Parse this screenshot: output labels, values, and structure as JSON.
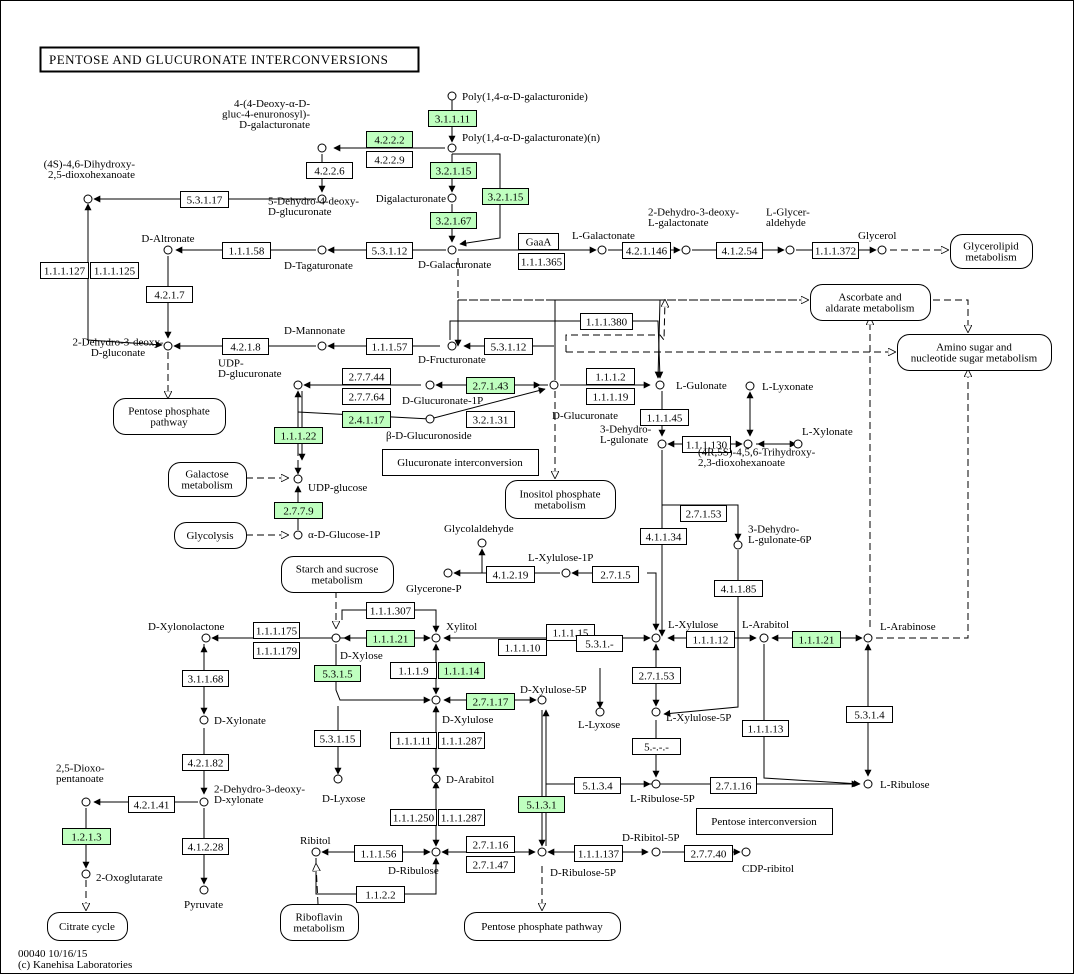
{
  "title": "PENTOSE AND GLUCURONATE INTERCONVERSIONS",
  "footer": {
    "line1": "00040 10/16/15",
    "line2": "(c) Kanehisa Laboratories"
  },
  "colors": {
    "highlight": "#bfffbf",
    "ink": "#000000",
    "background": "#ffffff"
  },
  "compounds": [
    {
      "id": "polygal",
      "lines": [
        "Poly(1,4-α-D-galacturonide)"
      ]
    },
    {
      "id": "polygaln",
      "lines": [
        "Poly(1,4-α-D-galacturonate)(n)"
      ]
    },
    {
      "id": "deoxygal",
      "lines": [
        "4-(4-Deoxy-α-D-",
        "gluc-4-enuronosyl)-",
        "D-galacturonate"
      ]
    },
    {
      "id": "dihydroxy",
      "lines": [
        "(4S)-4,6-Dihydroxy-",
        "2,5-dioxohexanoate"
      ]
    },
    {
      "id": "digalact",
      "lines": [
        "Digalacturonate"
      ]
    },
    {
      "id": "dehydrodeoxy",
      "lines": [
        "5-Dehydro-4-deoxy-",
        "D-glucuronate"
      ]
    },
    {
      "id": "daltronate",
      "lines": [
        "D-Altronate"
      ]
    },
    {
      "id": "dtagaturonate",
      "lines": [
        "D-Tagaturonate"
      ]
    },
    {
      "id": "dgalacturonate",
      "lines": [
        "D-Galacturonate"
      ]
    },
    {
      "id": "lgalactonate",
      "lines": [
        "L-Galactonate"
      ]
    },
    {
      "id": "dehydrodeoxylgal",
      "lines": [
        "2-Dehydro-3-deoxy-",
        "L-galactonate"
      ]
    },
    {
      "id": "lglyceraldehyde",
      "lines": [
        "L-Glycer-",
        "aldehyde"
      ]
    },
    {
      "id": "glycerol",
      "lines": [
        "Glycerol"
      ]
    },
    {
      "id": "dmannonate",
      "lines": [
        "D-Mannonate"
      ]
    },
    {
      "id": "dfructuronate",
      "lines": [
        "D-Fructuronate"
      ]
    },
    {
      "id": "kdg",
      "lines": [
        "2-Dehydro-3-deoxy-",
        "D-gluconate"
      ]
    },
    {
      "id": "udpglcua",
      "lines": [
        "UDP-",
        "D-glucuronate"
      ]
    },
    {
      "id": "glcua1p",
      "lines": [
        "D-Glucuronate-1P"
      ]
    },
    {
      "id": "dglucuronate",
      "lines": [
        "D-Glucuronate"
      ]
    },
    {
      "id": "lgulonate",
      "lines": [
        "L-Gulonate"
      ]
    },
    {
      "id": "llyxonate",
      "lines": [
        "L-Lyxonate"
      ]
    },
    {
      "id": "glucuronoside",
      "lines": [
        "β-D-Glucuronoside"
      ]
    },
    {
      "id": "dehydrolgulonate",
      "lines": [
        "3-Dehydro-",
        "L-gulonate"
      ]
    },
    {
      "id": "trihydroxy",
      "lines": [
        "(4R,5S)-4,5,6-Trihydroxy-",
        "2,3-dioxohexanoate"
      ]
    },
    {
      "id": "lxylonate",
      "lines": [
        "L-Xylonate"
      ]
    },
    {
      "id": "udpglucose",
      "lines": [
        "UDP-glucose"
      ]
    },
    {
      "id": "glucose1p",
      "lines": [
        "α-D-Glucose-1P"
      ]
    },
    {
      "id": "dehydrogulonate6p",
      "lines": [
        "3-Dehydro-",
        "L-gulonate-6P"
      ]
    },
    {
      "id": "glycolaldehyde",
      "lines": [
        "Glycolaldehyde"
      ]
    },
    {
      "id": "lxylulose1p",
      "lines": [
        "L-Xylulose-1P"
      ]
    },
    {
      "id": "glyceronep",
      "lines": [
        "Glycerone-P"
      ]
    },
    {
      "id": "dxylonolactone",
      "lines": [
        "D-Xylonolactone"
      ]
    },
    {
      "id": "dxylose",
      "lines": [
        "D-Xylose"
      ]
    },
    {
      "id": "xylitol",
      "lines": [
        "Xylitol"
      ]
    },
    {
      "id": "lxylulose",
      "lines": [
        "L-Xylulose"
      ]
    },
    {
      "id": "larabitol",
      "lines": [
        "L-Arabitol"
      ]
    },
    {
      "id": "larabinose",
      "lines": [
        "L-Arabinose"
      ]
    },
    {
      "id": "dxylulose5p",
      "lines": [
        "D-Xylulose-5P"
      ]
    },
    {
      "id": "llyxose",
      "lines": [
        "L-Lyxose"
      ]
    },
    {
      "id": "dxylonate",
      "lines": [
        "D-Xylonate"
      ]
    },
    {
      "id": "dxylulose",
      "lines": [
        "D-Xylulose"
      ]
    },
    {
      "id": "lxylulose5p",
      "lines": [
        "L-Xylulose-5P"
      ]
    },
    {
      "id": "dioxopentanoate",
      "lines": [
        "2,5-Dioxo-",
        "pentanoate"
      ]
    },
    {
      "id": "kdx",
      "lines": [
        "2-Dehydro-3-deoxy-",
        "D-xylonate"
      ]
    },
    {
      "id": "dlyxose",
      "lines": [
        "D-Lyxose"
      ]
    },
    {
      "id": "darabitol",
      "lines": [
        "D-Arabitol"
      ]
    },
    {
      "id": "lribulose5p",
      "lines": [
        "L-Ribulose-5P"
      ]
    },
    {
      "id": "lribulose",
      "lines": [
        "L-Ribulose"
      ]
    },
    {
      "id": "oxoglutarate",
      "lines": [
        "2-Oxoglutarate"
      ]
    },
    {
      "id": "ribitol",
      "lines": [
        "Ribitol"
      ]
    },
    {
      "id": "dribulose",
      "lines": [
        "D-Ribulose"
      ]
    },
    {
      "id": "dribulose5p",
      "lines": [
        "D-Ribulose-5P"
      ]
    },
    {
      "id": "dribitol5p",
      "lines": [
        "D-Ribitol-5P"
      ]
    },
    {
      "id": "cdpribitol",
      "lines": [
        "CDP-ribitol"
      ]
    },
    {
      "id": "pyruvate",
      "lines": [
        "Pyruvate"
      ]
    }
  ],
  "enzymes": [
    {
      "ec": "3.1.1.11",
      "hl": true
    },
    {
      "ec": "4.2.2.2",
      "hl": true
    },
    {
      "ec": "4.2.2.9",
      "hl": false
    },
    {
      "ec": "3.2.1.15",
      "hl": true
    },
    {
      "ec": "3.2.1.15",
      "hl": true
    },
    {
      "ec": "4.2.2.6",
      "hl": false
    },
    {
      "ec": "5.3.1.17",
      "hl": false
    },
    {
      "ec": "3.2.1.67",
      "hl": true
    },
    {
      "ec": "GaaA",
      "hl": false
    },
    {
      "ec": "1.1.1.365",
      "hl": false
    },
    {
      "ec": "4.2.1.146",
      "hl": false
    },
    {
      "ec": "4.1.2.54",
      "hl": false
    },
    {
      "ec": "1.1.1.372",
      "hl": false
    },
    {
      "ec": "1.1.1.58",
      "hl": false
    },
    {
      "ec": "5.3.1.12",
      "hl": false
    },
    {
      "ec": "1.1.1.127",
      "hl": false
    },
    {
      "ec": "1.1.1.125",
      "hl": false
    },
    {
      "ec": "4.2.1.7",
      "hl": false
    },
    {
      "ec": "1.1.1.380",
      "hl": false
    },
    {
      "ec": "4.2.1.8",
      "hl": false
    },
    {
      "ec": "1.1.1.57",
      "hl": false
    },
    {
      "ec": "5.3.1.12",
      "hl": false
    },
    {
      "ec": "2.7.7.44",
      "hl": false
    },
    {
      "ec": "2.7.7.64",
      "hl": false
    },
    {
      "ec": "2.7.1.43",
      "hl": true
    },
    {
      "ec": "1.1.1.2",
      "hl": false
    },
    {
      "ec": "1.1.1.19",
      "hl": false
    },
    {
      "ec": "2.4.1.17",
      "hl": true
    },
    {
      "ec": "3.2.1.31",
      "hl": false
    },
    {
      "ec": "1.1.1.45",
      "hl": false
    },
    {
      "ec": "1.1.1.22",
      "hl": true
    },
    {
      "ec": "1.1.1.130",
      "hl": false
    },
    {
      "ec": "2.7.7.9",
      "hl": true
    },
    {
      "ec": "2.7.1.53",
      "hl": false
    },
    {
      "ec": "4.1.1.34",
      "hl": false
    },
    {
      "ec": "4.1.2.19",
      "hl": false
    },
    {
      "ec": "2.7.1.5",
      "hl": false
    },
    {
      "ec": "4.1.1.85",
      "hl": false
    },
    {
      "ec": "1.1.1.307",
      "hl": false
    },
    {
      "ec": "1.1.1.175",
      "hl": false
    },
    {
      "ec": "1.1.1.179",
      "hl": false
    },
    {
      "ec": "1.1.1.21",
      "hl": true
    },
    {
      "ec": "1.1.1.15",
      "hl": false
    },
    {
      "ec": "1.1.1.10",
      "hl": false
    },
    {
      "ec": "1.1.1.12",
      "hl": false
    },
    {
      "ec": "1.1.1.21",
      "hl": true
    },
    {
      "ec": "5.3.1.-",
      "hl": false
    },
    {
      "ec": "3.1.1.68",
      "hl": false
    },
    {
      "ec": "5.3.1.5",
      "hl": true
    },
    {
      "ec": "1.1.1.9",
      "hl": false
    },
    {
      "ec": "1.1.1.14",
      "hl": true
    },
    {
      "ec": "2.7.1.53",
      "hl": false
    },
    {
      "ec": "2.7.1.17",
      "hl": true
    },
    {
      "ec": "5.3.1.15",
      "hl": false
    },
    {
      "ec": "1.1.1.11",
      "hl": false
    },
    {
      "ec": "1.1.1.287",
      "hl": false
    },
    {
      "ec": "1.1.1.13",
      "hl": false
    },
    {
      "ec": "5.3.1.4",
      "hl": false
    },
    {
      "ec": "5.-.-.-",
      "hl": false
    },
    {
      "ec": "4.2.1.82",
      "hl": false
    },
    {
      "ec": "4.2.1.41",
      "hl": false
    },
    {
      "ec": "5.1.3.4",
      "hl": false
    },
    {
      "ec": "2.7.1.16",
      "hl": false
    },
    {
      "ec": "1.1.1.250",
      "hl": false
    },
    {
      "ec": "1.1.1.287",
      "hl": false
    },
    {
      "ec": "5.1.3.1",
      "hl": true
    },
    {
      "ec": "1.2.1.3",
      "hl": true
    },
    {
      "ec": "4.1.2.28",
      "hl": false
    },
    {
      "ec": "1.1.1.56",
      "hl": false
    },
    {
      "ec": "2.7.1.16",
      "hl": false
    },
    {
      "ec": "2.7.1.47",
      "hl": false
    },
    {
      "ec": "1.1.1.137",
      "hl": false
    },
    {
      "ec": "2.7.7.40",
      "hl": false
    },
    {
      "ec": "1.1.2.2",
      "hl": false
    }
  ],
  "maps": [
    {
      "lines": [
        "Glycerolipid",
        "metabolism"
      ]
    },
    {
      "lines": [
        "Ascorbate and",
        "aldarate metabolism"
      ]
    },
    {
      "lines": [
        "Amino sugar and",
        "nucleotide sugar metabolism"
      ]
    },
    {
      "lines": [
        "Pentose phosphate",
        "pathway"
      ]
    },
    {
      "lines": [
        "Galactose",
        "metabolism"
      ]
    },
    {
      "lines": [
        "Glycolysis"
      ]
    },
    {
      "lines": [
        "Inositol phosphate",
        "metabolism"
      ]
    },
    {
      "lines": [
        "Starch and sucrose",
        "metabolism"
      ]
    },
    {
      "lines": [
        "Citrate cycle"
      ]
    },
    {
      "lines": [
        "Riboflavin",
        "metabolism"
      ]
    },
    {
      "lines": [
        "Pentose phosphate pathway"
      ]
    }
  ],
  "labels": [
    {
      "text": "Glucuronate interconversion"
    },
    {
      "text": "Pentose interconversion"
    }
  ]
}
